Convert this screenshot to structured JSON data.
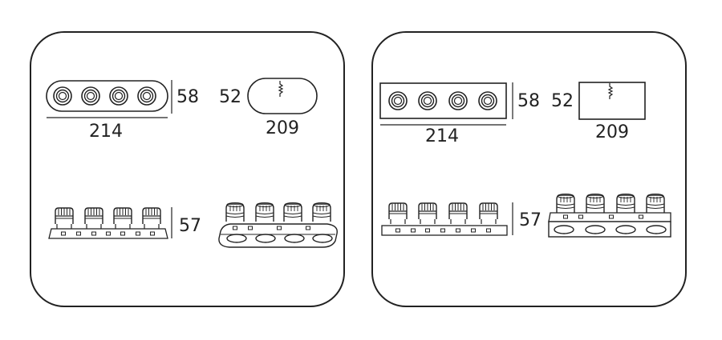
{
  "panels": [
    {
      "variant": "rounded",
      "width_label": "214",
      "height_label": "58",
      "side_depth_label": "52",
      "side_width_label": "209",
      "body_height_label": "57",
      "fixture_count": 4
    },
    {
      "variant": "square",
      "width_label": "214",
      "height_label": "58",
      "side_depth_label": "52",
      "side_width_label": "209",
      "body_height_label": "57",
      "fixture_count": 4
    }
  ],
  "colors": {
    "stroke": "#222222",
    "background": "#ffffff"
  }
}
